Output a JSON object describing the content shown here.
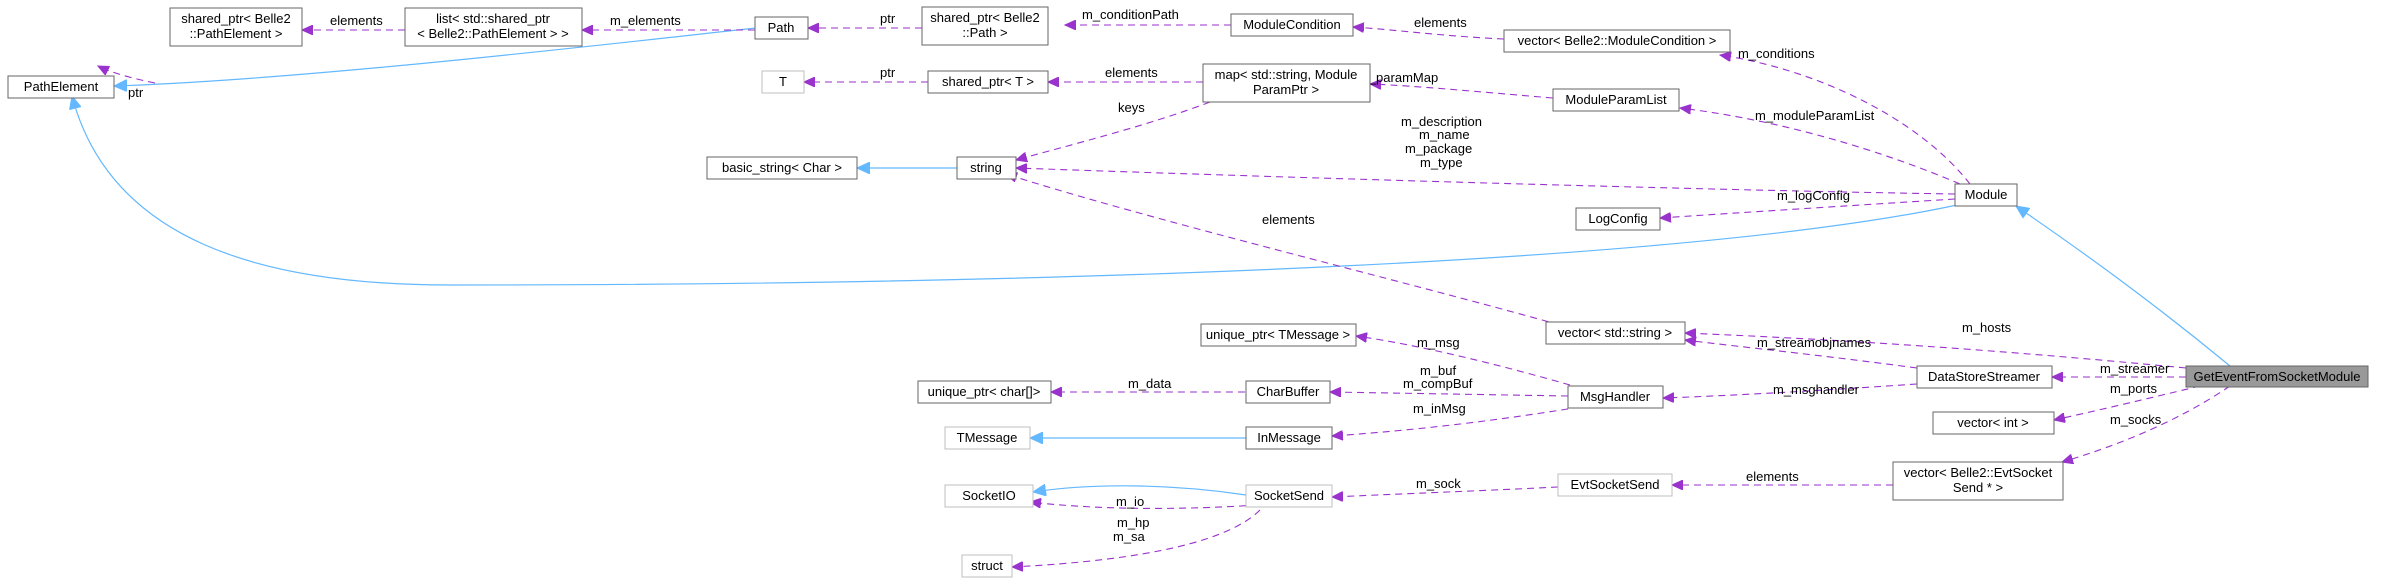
{
  "colors": {
    "usage_edge": "#9a32cd",
    "inherit_edge": "#63b8ff",
    "node_border": "#666666",
    "node_border_external": "#bfbfbf",
    "root_fill": "#999999"
  },
  "nodes": {
    "get_event_from_socket_module": {
      "lines": [
        "GetEventFromSocketModule"
      ]
    },
    "module": {
      "lines": [
        "Module"
      ]
    },
    "path_element": {
      "lines": [
        "PathElement"
      ]
    },
    "shared_ptr_path_element": {
      "lines": [
        "shared_ptr< Belle2",
        "::PathElement >"
      ]
    },
    "list_shared_ptr": {
      "lines": [
        "list< std::shared_ptr",
        "< Belle2::PathElement > >"
      ]
    },
    "path": {
      "lines": [
        "Path"
      ]
    },
    "shared_ptr_path": {
      "lines": [
        "shared_ptr< Belle2",
        "::Path >"
      ]
    },
    "module_condition": {
      "lines": [
        "ModuleCondition"
      ]
    },
    "vector_module_condition": {
      "lines": [
        "vector< Belle2::ModuleCondition >"
      ]
    },
    "t": {
      "lines": [
        "T"
      ]
    },
    "shared_ptr_t": {
      "lines": [
        "shared_ptr< T >"
      ]
    },
    "map_param": {
      "lines": [
        "map< std::string, Module",
        "ParamPtr >"
      ]
    },
    "module_param_list": {
      "lines": [
        "ModuleParamList"
      ]
    },
    "basic_string": {
      "lines": [
        "basic_string< Char >"
      ]
    },
    "string": {
      "lines": [
        "string"
      ]
    },
    "log_config": {
      "lines": [
        "LogConfig"
      ]
    },
    "vector_string": {
      "lines": [
        "vector< std::string >"
      ]
    },
    "unique_ptr_tmessage": {
      "lines": [
        "unique_ptr< TMessage >"
      ]
    },
    "unique_ptr_char": {
      "lines": [
        "unique_ptr< char[]>"
      ]
    },
    "char_buffer": {
      "lines": [
        "CharBuffer"
      ]
    },
    "msg_handler": {
      "lines": [
        "MsgHandler"
      ]
    },
    "data_store_streamer": {
      "lines": [
        "DataStoreStreamer"
      ]
    },
    "vector_int": {
      "lines": [
        "vector< int >"
      ]
    },
    "tmessage": {
      "lines": [
        "TMessage"
      ]
    },
    "in_message": {
      "lines": [
        "InMessage"
      ]
    },
    "socket_io": {
      "lines": [
        "SocketIO"
      ]
    },
    "socket_send": {
      "lines": [
        "SocketSend"
      ]
    },
    "evt_socket_send": {
      "lines": [
        "EvtSocketSend"
      ]
    },
    "vector_evt_socket_send": {
      "lines": [
        "vector< Belle2::EvtSocket",
        "Send * >"
      ]
    },
    "struct": {
      "lines": [
        "struct"
      ]
    }
  },
  "edge_labels": {
    "ptr_path_element": "ptr",
    "elements_list": "elements",
    "m_elements": "m_elements",
    "ptr_path": "ptr",
    "m_condition_path": "m_conditionPath",
    "elements_condition": "elements",
    "m_conditions": "m_conditions",
    "ptr_t": "ptr",
    "elements_map": "elements",
    "m_param_map": "m_paramMap",
    "m_module_param_list": "m_moduleParamList",
    "keys": "keys",
    "string_members": [
      "m_description",
      "m_name",
      "m_package",
      "m_type"
    ],
    "m_log_config": "m_logConfig",
    "elements_string": "elements",
    "m_hosts": "m_hosts",
    "m_streamobjnames": "m_streamobjnames",
    "m_streamer": "m_streamer",
    "m_msg": "m_msg",
    "m_data": "m_data",
    "m_buf_comp": [
      "m_buf",
      "m_compBuf"
    ],
    "m_msghandler": "m_msghandler",
    "m_in_msg": "m_inMsg",
    "m_ports": "m_ports",
    "m_socks": "m_socks",
    "m_io": "m_io",
    "m_hp_sa": [
      "m_hp",
      "m_sa"
    ],
    "m_sock": "m_sock",
    "elements_evt": "elements"
  }
}
